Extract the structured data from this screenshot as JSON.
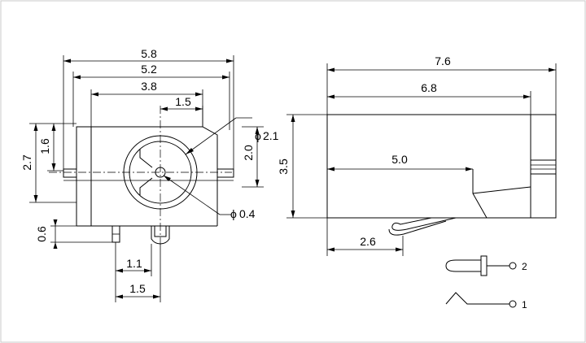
{
  "front_view": {
    "width_overall": "5.8",
    "width_body": "5.2",
    "width_inner": "3.8",
    "center_offset": "1.5",
    "height_total": "2.7",
    "height_upper": "1.6",
    "height_pin": "0.6",
    "opening_height": "2.0",
    "hole_diameter": "2.1",
    "pin_diameter": "0.4",
    "diameter_symbol": "ϕ",
    "pin_spacing_small": "1.1",
    "pin_spacing_large": "1.5"
  },
  "side_view": {
    "length_overall": "7.6",
    "length_body": "6.8",
    "depth_inner": "5.0",
    "height": "3.5",
    "terminal_offset": "2.6"
  },
  "schematic": {
    "pin2_label": "2",
    "pin1_label": "1"
  }
}
